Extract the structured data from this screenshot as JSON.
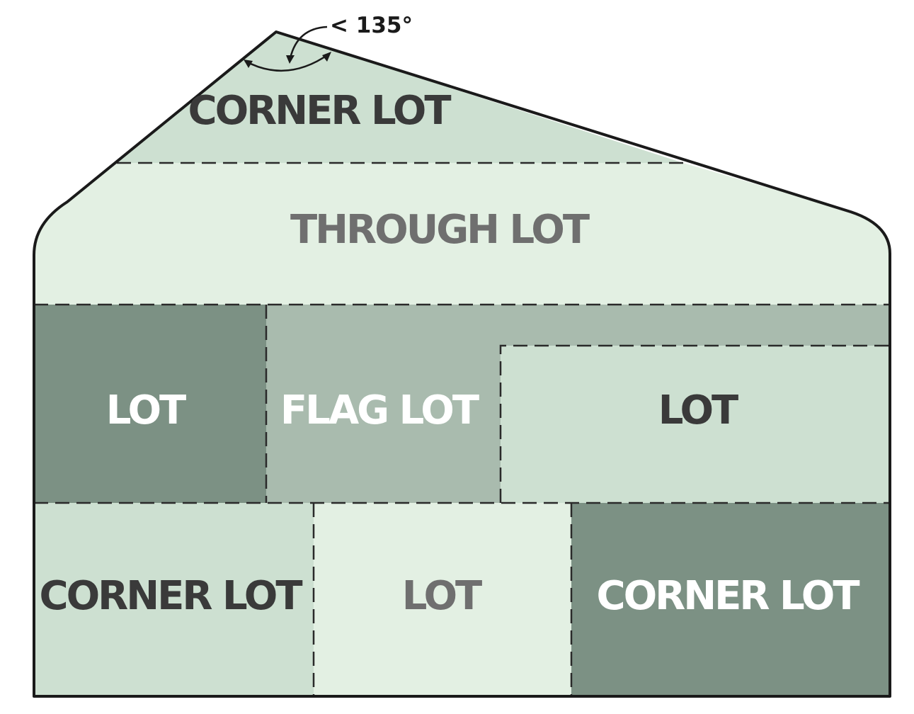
{
  "colors": {
    "pale": "#e3f0e3",
    "light": "#cde0d1",
    "medium": "#a9bbae",
    "dark": "#7c9184",
    "outline": "#1a1a1a",
    "text_dark": "#3a3a3a",
    "text_gray": "#6f6f6f",
    "text_white": "#ffffff"
  },
  "angle": {
    "label": "< 135°"
  },
  "lots": {
    "top_corner": {
      "label": "CORNER LOT"
    },
    "through": {
      "label": "THROUGH LOT"
    },
    "middle_left": {
      "label": "LOT"
    },
    "flag": {
      "label": "FLAG LOT"
    },
    "middle_right": {
      "label": "LOT"
    },
    "bottom_left_corner": {
      "label": "CORNER LOT"
    },
    "bottom_middle": {
      "label": "LOT"
    },
    "bottom_right_corner": {
      "label": "CORNER LOT"
    }
  }
}
